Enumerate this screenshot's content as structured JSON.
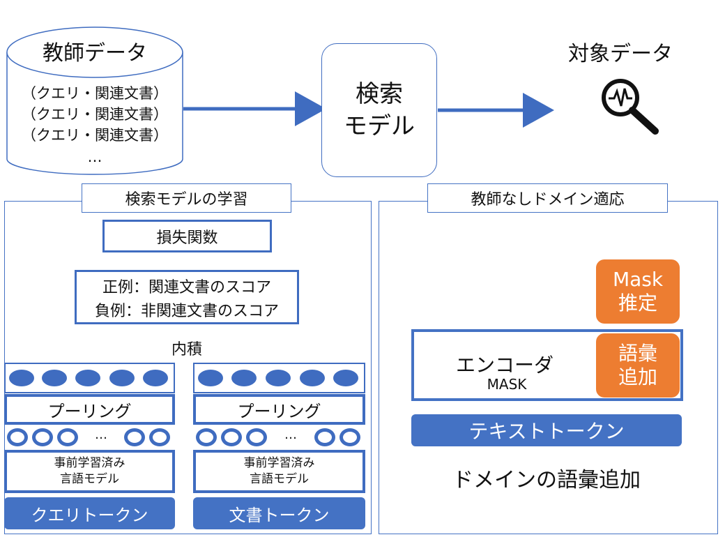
{
  "teacher_data": {
    "title": "教師データ",
    "lines": [
      "（クエリ・関連文書）",
      "（クエリ・関連文書）",
      "（クエリ・関連文書）"
    ],
    "ellipsis": "…"
  },
  "search_model": {
    "line1": "検索",
    "line2": "モデル"
  },
  "target_data": {
    "label": "対象データ",
    "icon": "magnifier-waveform-icon"
  },
  "left_panel": {
    "title": "検索モデルの学習",
    "loss": "損失関数",
    "score_positive": "正例：関連文書のスコア",
    "score_negative": "負例：非関連文書のスコア",
    "inner_product": "内積",
    "query_column": {
      "pooling": "プーリング",
      "ellipsis": "…",
      "lm_line1": "事前学習済み",
      "lm_line2": "言語モデル",
      "tokens": "クエリトークン"
    },
    "doc_column": {
      "pooling": "プーリング",
      "ellipsis": "…",
      "lm_line1": "事前学習済み",
      "lm_line2": "言語モデル",
      "tokens": "文書トークン"
    }
  },
  "right_panel": {
    "title": "教師なしドメイン適応",
    "mask_estimate": {
      "line1": "Mask",
      "line2": "推定"
    },
    "encoder": "エンコーダ",
    "mask_label": "MASK",
    "vocab_add": {
      "line1": "語彙",
      "line2": "追加"
    },
    "text_tokens": "テキストトークン",
    "caption": "ドメインの語彙追加"
  },
  "colors": {
    "blue": "#4472c4",
    "dark_blue": "#3f6cc0",
    "orange": "#ed7d31",
    "white": "#ffffff"
  }
}
